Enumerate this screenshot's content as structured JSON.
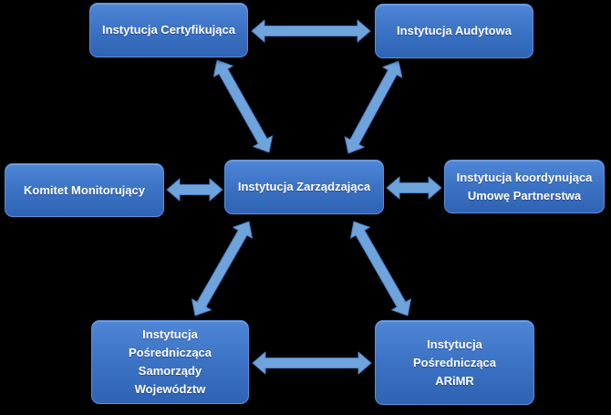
{
  "colors": {
    "background": "#000000",
    "node_fill": "#3d74c6",
    "node_text": "#ffffff",
    "arrow_fill": "#6fa3dc",
    "arrow_stroke": "#4b80c4"
  },
  "nodes": {
    "certyfikujaca": "Instytucja Certyfikująca",
    "audytowa": "Instytucja Audytowa",
    "komitet": "Komitet Monitorujący",
    "zarzadzajaca": "Instytucja Zarządzająca",
    "koordynujaca": "Instytucja koordynująca\nUmowę Partnerstwa",
    "samorzady": "Instytucja\nPośrednicząca\nSamorządy\nWojewództw",
    "arimr": "Instytucja\nPośrednicząca\nARiMR"
  },
  "connections": [
    {
      "from": "certyfikujaca",
      "to": "audytowa",
      "type": "bidirectional"
    },
    {
      "from": "certyfikujaca",
      "to": "zarzadzajaca",
      "type": "bidirectional"
    },
    {
      "from": "audytowa",
      "to": "zarzadzajaca",
      "type": "bidirectional"
    },
    {
      "from": "komitet",
      "to": "zarzadzajaca",
      "type": "bidirectional"
    },
    {
      "from": "zarzadzajaca",
      "to": "koordynujaca",
      "type": "bidirectional"
    },
    {
      "from": "zarzadzajaca",
      "to": "samorzady",
      "type": "bidirectional"
    },
    {
      "from": "zarzadzajaca",
      "to": "arimr",
      "type": "bidirectional"
    },
    {
      "from": "samorzady",
      "to": "arimr",
      "type": "bidirectional"
    }
  ]
}
